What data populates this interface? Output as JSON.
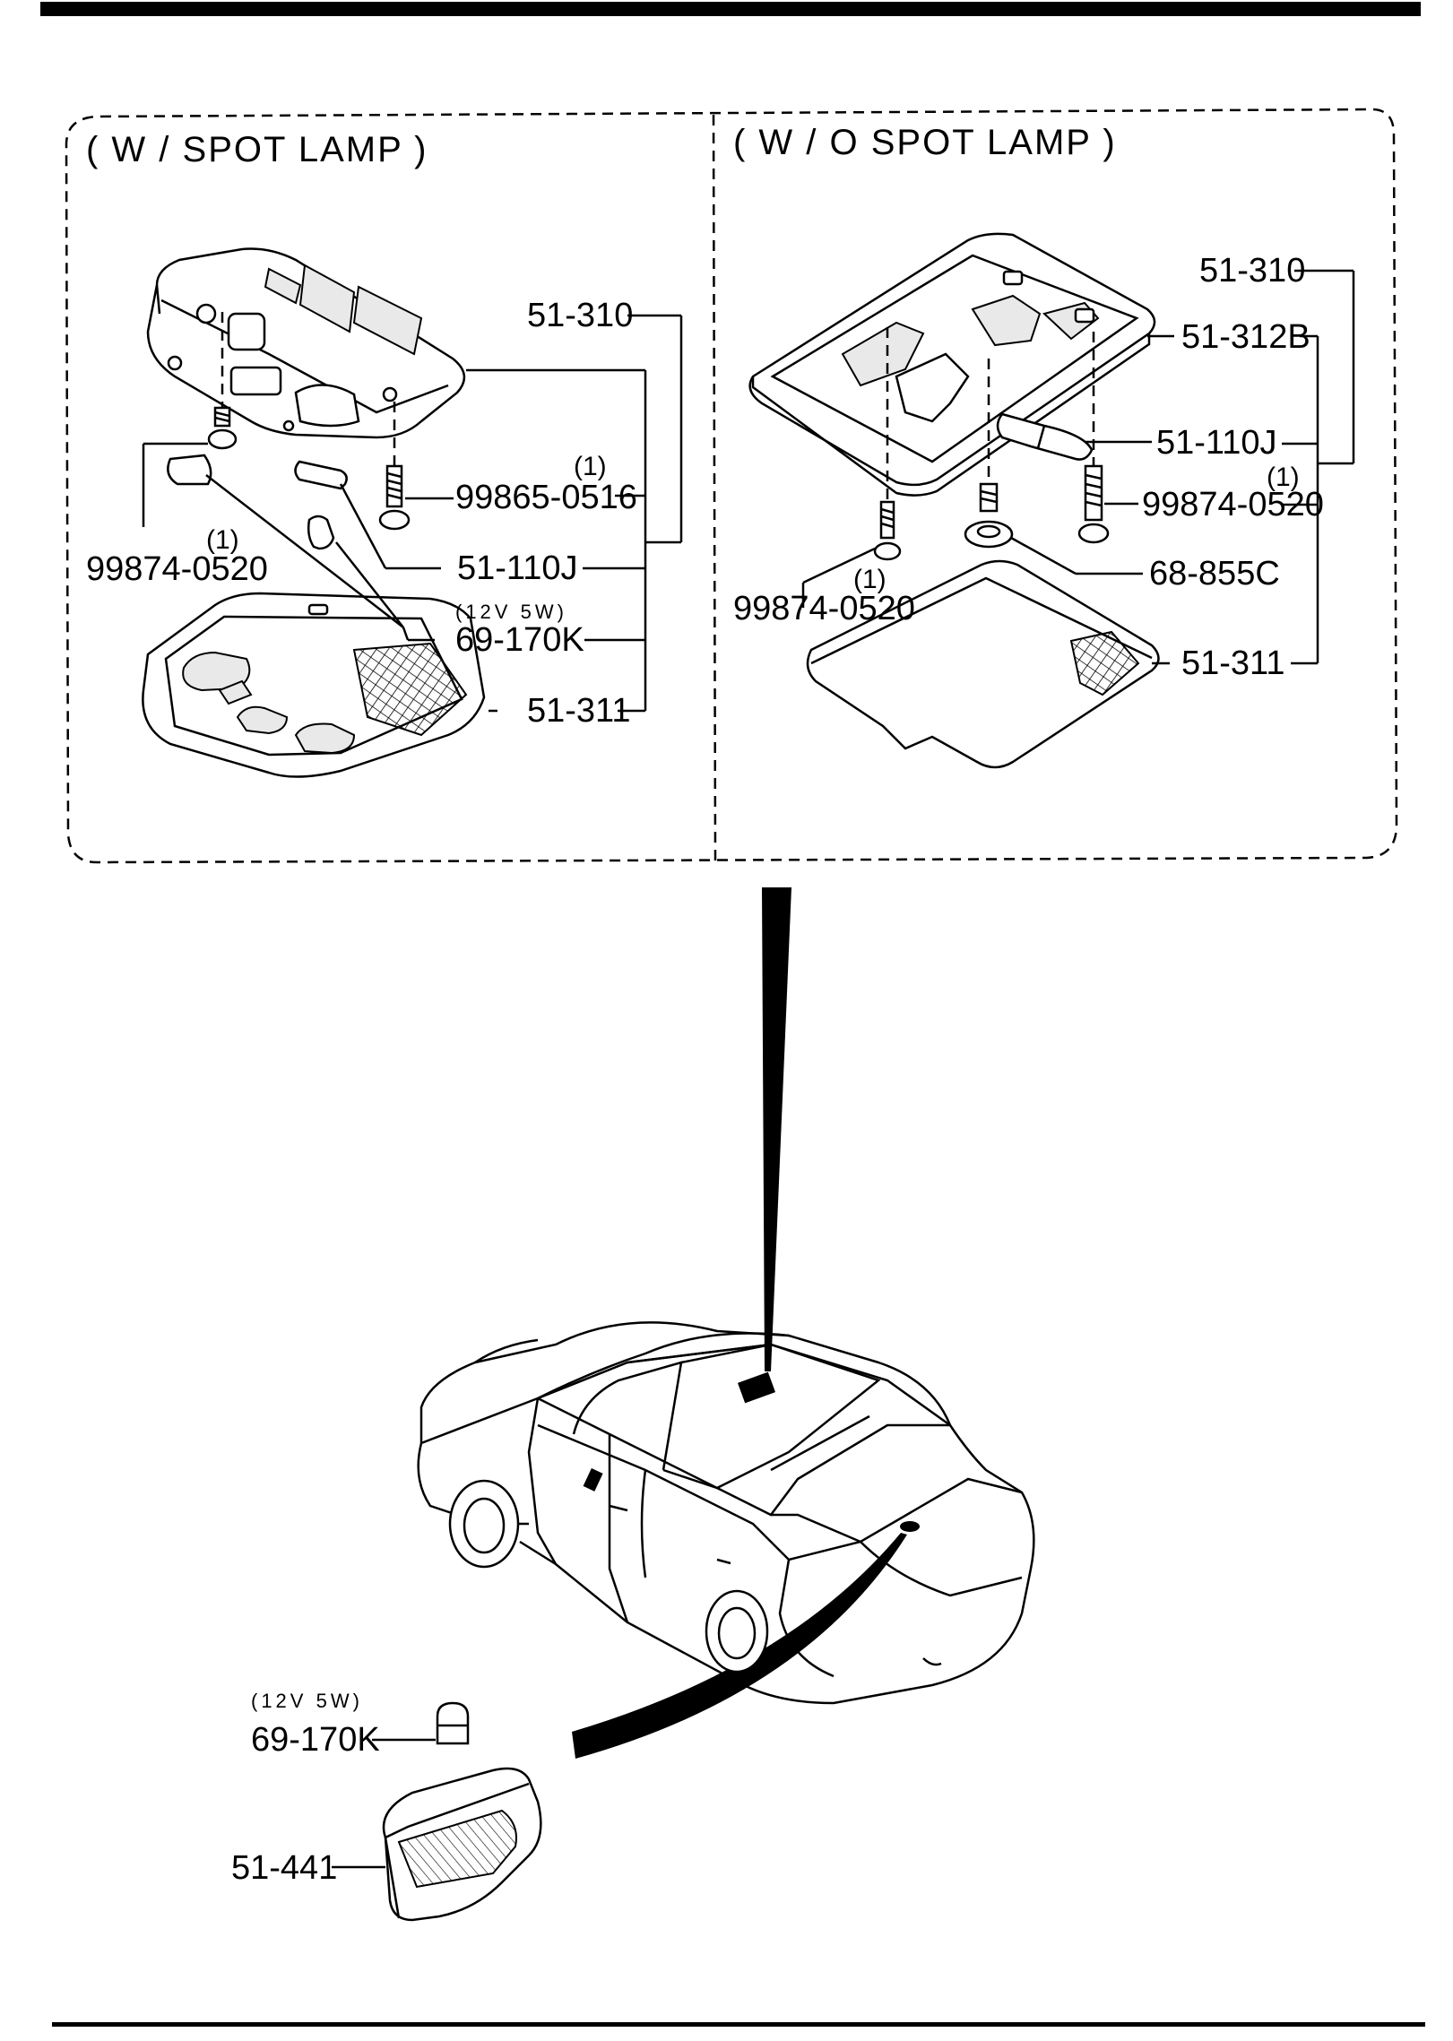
{
  "panels": {
    "left_title": "( W / SPOT  LAMP )",
    "right_title": "( W / O  SPOT  LAMP )"
  },
  "left_panel": {
    "p_51_310": "51-310",
    "p_99865_0516": "99865-0516",
    "p_99865_0516_qty": "(1)",
    "p_99874_0520": "99874-0520",
    "p_99874_0520_qty": "(1)",
    "p_51_110J": "51-110J",
    "p_69_170K_spec": "(12V 5W)",
    "p_69_170K": "69-170K",
    "p_51_311": "51-311"
  },
  "right_panel": {
    "p_51_310": "51-310",
    "p_51_312B": "51-312B",
    "p_51_110J": "51-110J",
    "p_99874_0520_a": "99874-0520",
    "p_99874_0520_a_qty": "(1)",
    "p_68_855C": "68-855C",
    "p_99874_0520_b": "99874-0520",
    "p_99874_0520_b_qty": "(1)",
    "p_51_311": "51-311"
  },
  "trunk": {
    "p_69_170K_spec": "(12V 5W)",
    "p_69_170K": "69-170K",
    "p_51_441": "51-441"
  }
}
